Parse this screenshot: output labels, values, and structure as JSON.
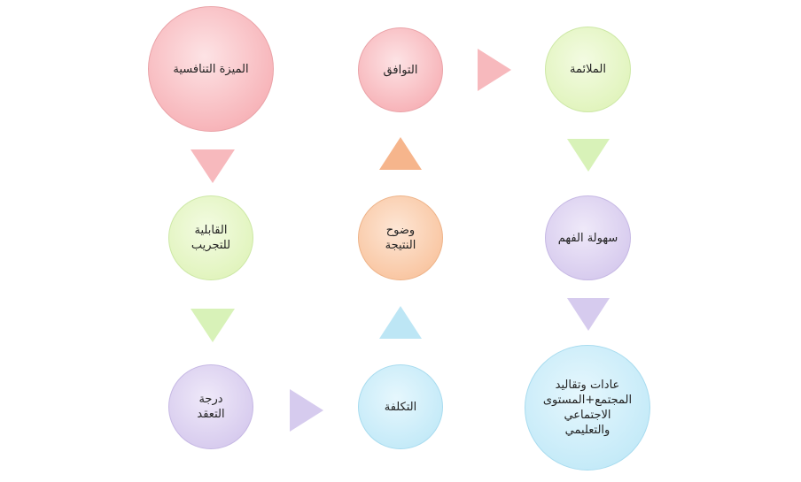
{
  "nodes": {
    "competitive_advantage": "الميزة التنافسية",
    "compatibility": "التوافق",
    "suitability": "الملائمة",
    "trialability": "القابلية\nللتجريب",
    "result_clarity": "وضوح\nالنتيجة",
    "ease_of_understanding": "سهولة الفهم",
    "complexity_degree": "درجة\nالتعقد",
    "cost": "التكلفة",
    "customs_traditions": "عادات وتقاليد\nالمجتمع+المستوى\nالاجتماعي\nوالتعليمي"
  },
  "colors": {
    "pink_fill": "#f7b9bd",
    "green_fill": "#e4f5c0",
    "purple_fill": "#d8cbee",
    "orange_fill": "#f9c8a6",
    "blue_fill": "#c6ecf8",
    "pink_arrow": "#f7b9bd",
    "green_arrow": "#d8f2b8",
    "purple_arrow": "#d6cbee",
    "orange_arrow": "#f6b58c",
    "blue_arrow": "#bde6f5"
  }
}
